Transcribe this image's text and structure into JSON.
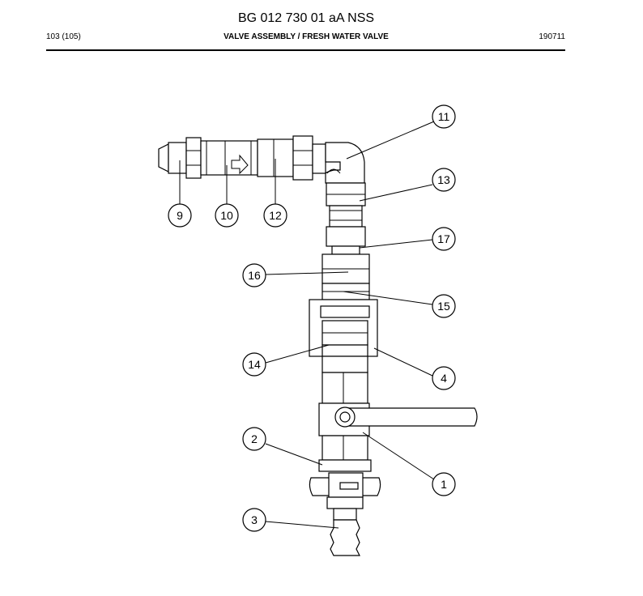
{
  "document": {
    "title": "BG 012 730 01 aA NSS",
    "page": "103 (105)",
    "section": "VALVE ASSEMBLY / FRESH WATER VALVE",
    "date_code": "190711"
  },
  "callouts": [
    {
      "id": "c11",
      "label": "11"
    },
    {
      "id": "c13",
      "label": "13"
    },
    {
      "id": "c9",
      "label": "9"
    },
    {
      "id": "c10",
      "label": "10"
    },
    {
      "id": "c12",
      "label": "12"
    },
    {
      "id": "c17",
      "label": "17"
    },
    {
      "id": "c16",
      "label": "16"
    },
    {
      "id": "c15",
      "label": "15"
    },
    {
      "id": "c14",
      "label": "14"
    },
    {
      "id": "c4",
      "label": "4"
    },
    {
      "id": "c2",
      "label": "2"
    },
    {
      "id": "c1",
      "label": "1"
    },
    {
      "id": "c3",
      "label": "3"
    }
  ]
}
